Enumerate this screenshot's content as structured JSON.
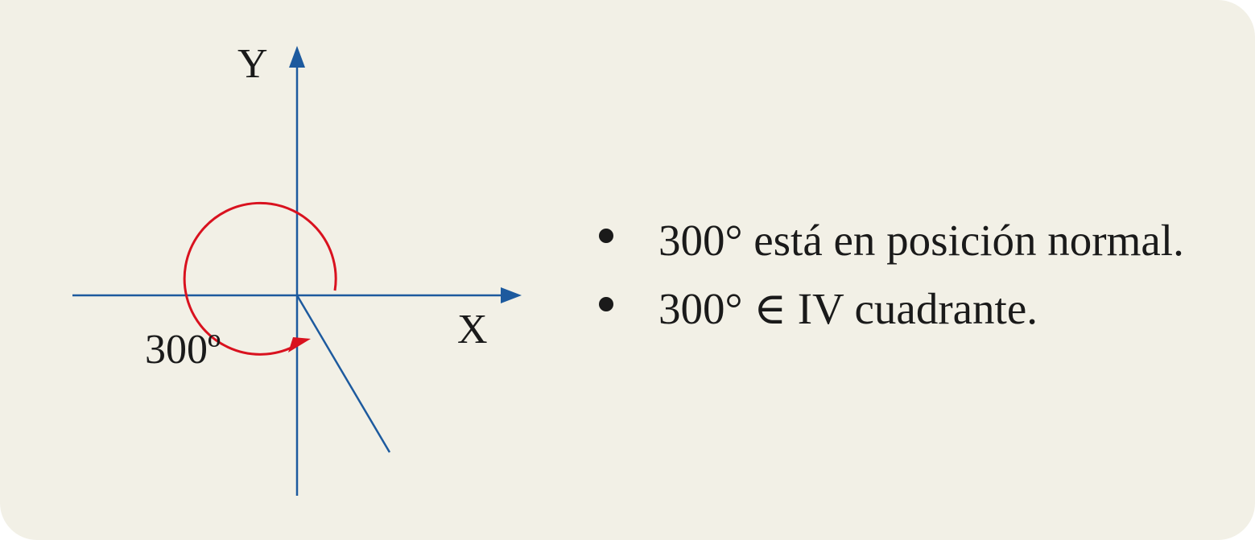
{
  "diagram": {
    "axis_x_label": "X",
    "axis_y_label": "Y",
    "angle_label": "300º",
    "angle_degrees": 300,
    "axis_color": "#1d5a9e",
    "arc_color": "#d9121f"
  },
  "notes": [
    {
      "text": "300° está en posición normal."
    },
    {
      "text": "300° ∈  IV cuadrante."
    }
  ]
}
